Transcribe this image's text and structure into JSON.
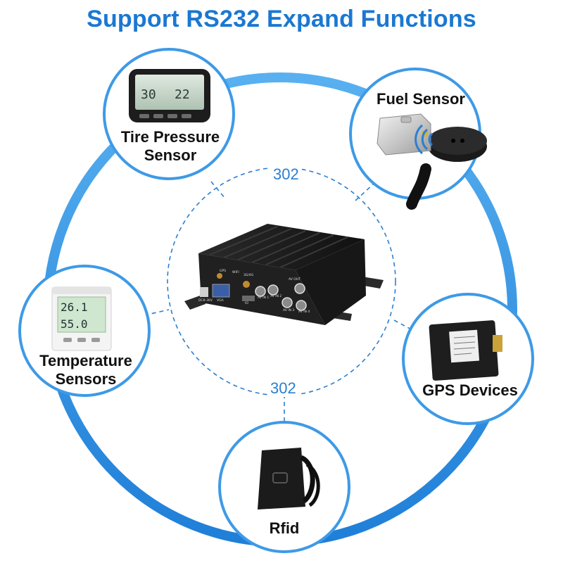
{
  "title": "Support RS232 Expand Functions",
  "accent_color": "#1a78d2",
  "ring_color": "#3e9ae6",
  "connectors": {
    "top": "302",
    "bottom": "302"
  },
  "nodes": {
    "tire": {
      "line1": "Tire Pressure",
      "line2": "Sensor"
    },
    "fuel": {
      "label": "Fuel Sensor"
    },
    "temp": {
      "line1": "Temperature",
      "line2": "Sensors"
    },
    "gps": {
      "label": "GPS Devices"
    },
    "rfid": {
      "label": "Rfid"
    }
  },
  "device": {
    "panel_labels": [
      "GPS",
      "WIFI",
      "3G/4G",
      "AV OUT",
      "VGA",
      "DC8-36V",
      "IO",
      "AV IN 1",
      "AV IN 2",
      "AV IN 3",
      "AV IN 4"
    ]
  },
  "tire_display": [
    "30",
    "22"
  ],
  "temp_display": [
    "26.1",
    "55.0"
  ]
}
